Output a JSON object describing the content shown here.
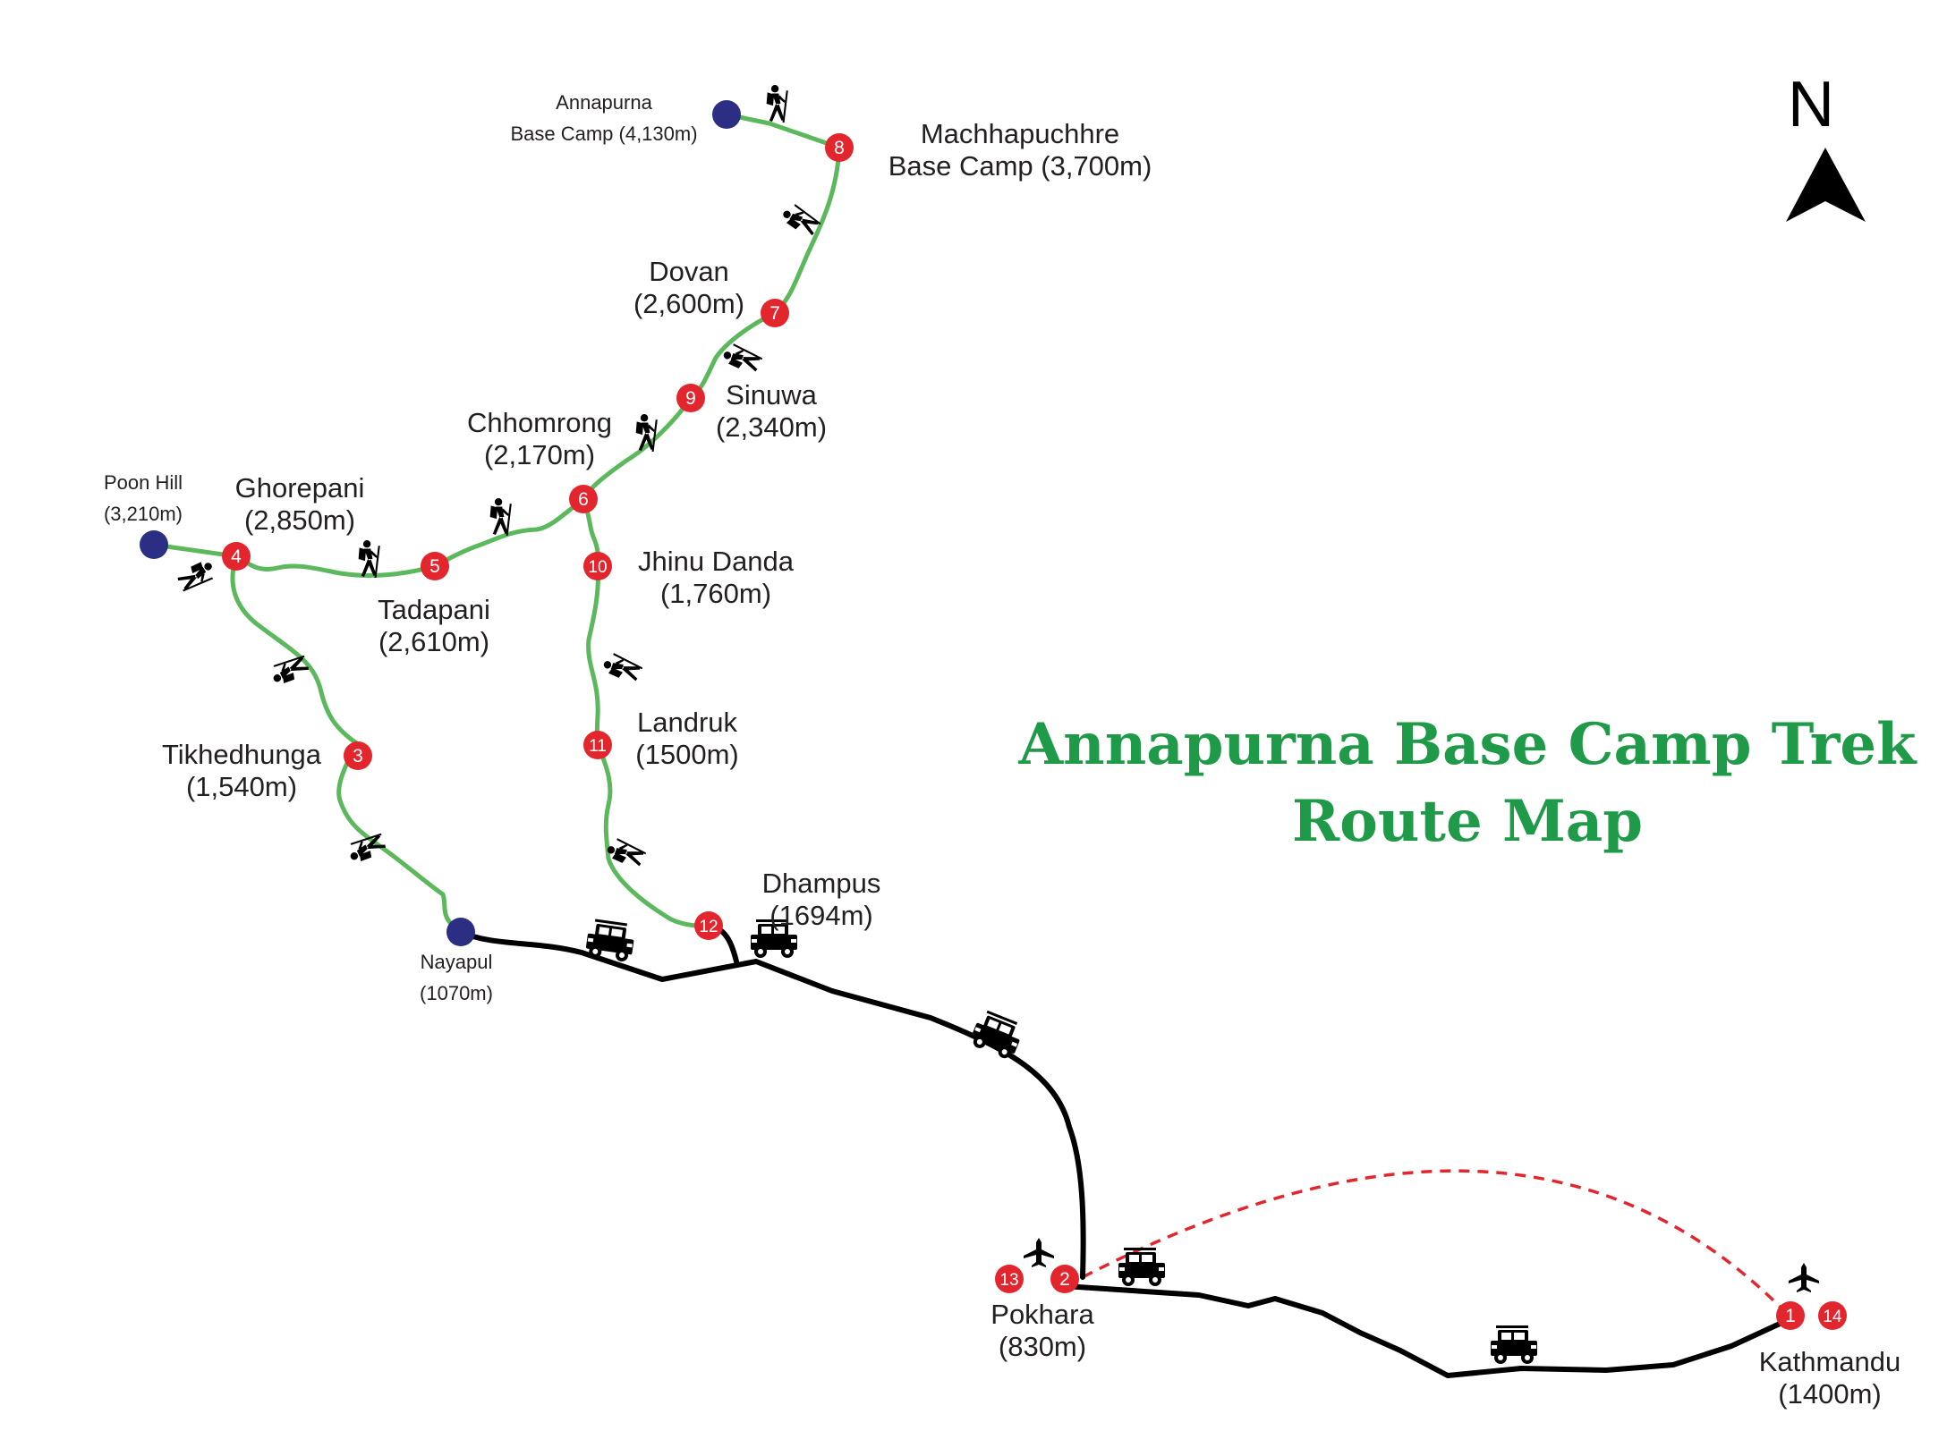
{
  "title": {
    "line1": "Annapurna Base Camp Trek",
    "line2": "Route Map"
  },
  "north_label": "N",
  "colors": {
    "trek_route": "#5cb85c",
    "road_route": "#000000",
    "flight_route": "#e3262d",
    "stop_marker": "#e3262d",
    "side_point_marker": "#2b2e83",
    "title": "#1f9a48"
  },
  "icons": {
    "trekker": "hiker-icon",
    "jeep": "jeep-icon",
    "plane": "airplane-icon",
    "north": "north-arrow-icon"
  },
  "places": {
    "abc": {
      "name": "Annapurna",
      "elev": "Base Camp (4,130m)"
    },
    "mbc": {
      "name": "Machhapuchhre",
      "elev": "Base Camp (3,700m)"
    },
    "dovan": {
      "name": "Dovan",
      "elev": "(2,600m)"
    },
    "sinuwa": {
      "name": "Sinuwa",
      "elev": "(2,340m)"
    },
    "chhomrong": {
      "name": "Chhomrong",
      "elev": "(2,170m)"
    },
    "poonhill": {
      "name": "Poon Hill",
      "elev": "(3,210m)"
    },
    "ghorepani": {
      "name": "Ghorepani",
      "elev": "(2,850m)"
    },
    "tadapani": {
      "name": "Tadapani",
      "elev": "(2,610m)"
    },
    "jhinu": {
      "name": "Jhinu Danda",
      "elev": "(1,760m)"
    },
    "tikhedhunga": {
      "name": "Tikhedhunga",
      "elev": "(1,540m)"
    },
    "landruk": {
      "name": "Landruk",
      "elev": "(1500m)"
    },
    "dhampus": {
      "name": "Dhampus",
      "elev": "(1694m)"
    },
    "nayapul": {
      "name": "Nayapul",
      "elev": "(1070m)"
    },
    "pokhara": {
      "name": "Pokhara",
      "elev": "(830m)"
    },
    "kathmandu": {
      "name": "Kathmandu",
      "elev": "(1400m)"
    }
  },
  "stops": [
    "1",
    "2",
    "3",
    "4",
    "5",
    "6",
    "7",
    "8",
    "9",
    "10",
    "11",
    "12",
    "13",
    "14"
  ]
}
